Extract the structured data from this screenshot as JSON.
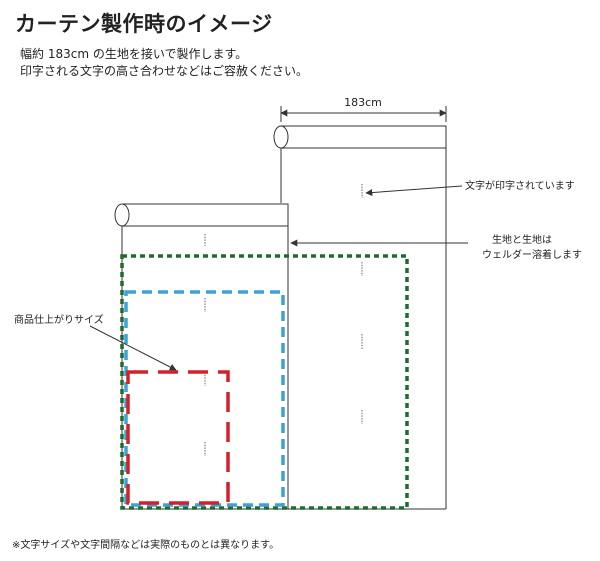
{
  "page_title": "カーテン製作時のイメージ",
  "description": [
    "幅約 183cm の生地を接いで製作します。",
    "印字される文字の高さ合わせなどはご容赦ください。"
  ],
  "diagram": {
    "width_label": "183cm",
    "callouts": {
      "printed_text": "文字が印字されています",
      "weld_line1": "生地と生地は",
      "weld_line2": "ウェルダー溶着します",
      "finished_size": "商品仕上がりサイズ"
    },
    "colors": {
      "green_dash": "#1e6b2e",
      "blue_dash": "#3ba3d8",
      "red_dash": "#d4202a",
      "line": "#333333"
    }
  },
  "footnote": "※文字サイズや文字間隔などは実際のものとは異なります。"
}
